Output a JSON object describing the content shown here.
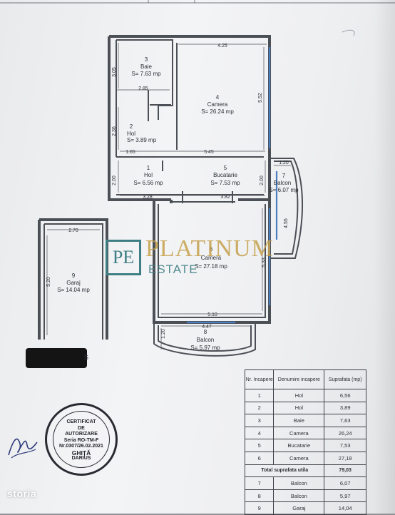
{
  "rooms": {
    "baie": {
      "num": "3",
      "name": "Baie",
      "area": "S= 7.63 mp"
    },
    "camera4": {
      "num": "4",
      "name": "Camera",
      "area": "S= 26.24 mp"
    },
    "hol2": {
      "num": "2",
      "name": "Hol",
      "area": "S= 3.89 mp"
    },
    "hol1": {
      "num": "1",
      "name": "Hol",
      "area": "S= 6.56 mp"
    },
    "bucatarie": {
      "num": "5",
      "name": "Bucatarie",
      "area": "S= 7.53 mp"
    },
    "balcon7": {
      "num": "7",
      "name": "Balcon",
      "area": "S= 6.07 mp"
    },
    "camera6": {
      "num": "6",
      "name": "Camera",
      "area": "S= 27.18 mp"
    },
    "balcon8": {
      "num": "8",
      "name": "Balcon",
      "area": "S= 5.97 mp"
    },
    "garaj": {
      "num": "9",
      "name": "Garaj",
      "area": "S= 14.04 mp"
    }
  },
  "dimensions": {
    "d425": "4.25",
    "d305": "3.05",
    "d285": "2.85",
    "d552": "5.52",
    "d236": "2.36",
    "d165": "1.65",
    "d545": "5.45",
    "d120a": "1.20",
    "d200a": "2.00",
    "d200b": "2.00",
    "d328": "3.28",
    "d382": "3.82",
    "d455": "4.55",
    "d270": "2.70",
    "d520": "5.20",
    "d533": "5.33",
    "d510": "5.10",
    "d447": "4.47",
    "d120b": "1.20"
  },
  "watermark": {
    "logo": "PE",
    "brand": "PLATINUM",
    "sub": "ESTATE"
  },
  "redaction_tail": "S",
  "table": {
    "headers": [
      "Nr. Incapere",
      "Denumire incapere",
      "Suprafata (mp)"
    ],
    "rows": [
      {
        "nr": "1",
        "name": "Hol",
        "area": "6,56"
      },
      {
        "nr": "2",
        "name": "Hol",
        "area": "3,89"
      },
      {
        "nr": "3",
        "name": "Baie",
        "area": "7,63"
      },
      {
        "nr": "4",
        "name": "Camera",
        "area": "26,24"
      },
      {
        "nr": "5",
        "name": "Bucatarie",
        "area": "7,53"
      },
      {
        "nr": "6",
        "name": "Camera",
        "area": "27,18"
      }
    ],
    "total": {
      "label": "Total suprafata utila",
      "area": "79,03"
    },
    "extra_rows": [
      {
        "nr": "7",
        "name": "Balcon",
        "area": "6,07"
      },
      {
        "nr": "8",
        "name": "Balcon",
        "area": "5,97"
      },
      {
        "nr": "9",
        "name": "Garaj",
        "area": "14,04"
      }
    ]
  },
  "stamp": {
    "line1": "CERTIFICAT",
    "line2": "DE",
    "line3": "AUTORIZARE",
    "line4": "Seria RO-TM-F",
    "line5": "Nr.0307/26.02.2021",
    "line6": "GHIȚĂ",
    "line7": "DARIUS"
  },
  "brand_corner": "storia"
}
